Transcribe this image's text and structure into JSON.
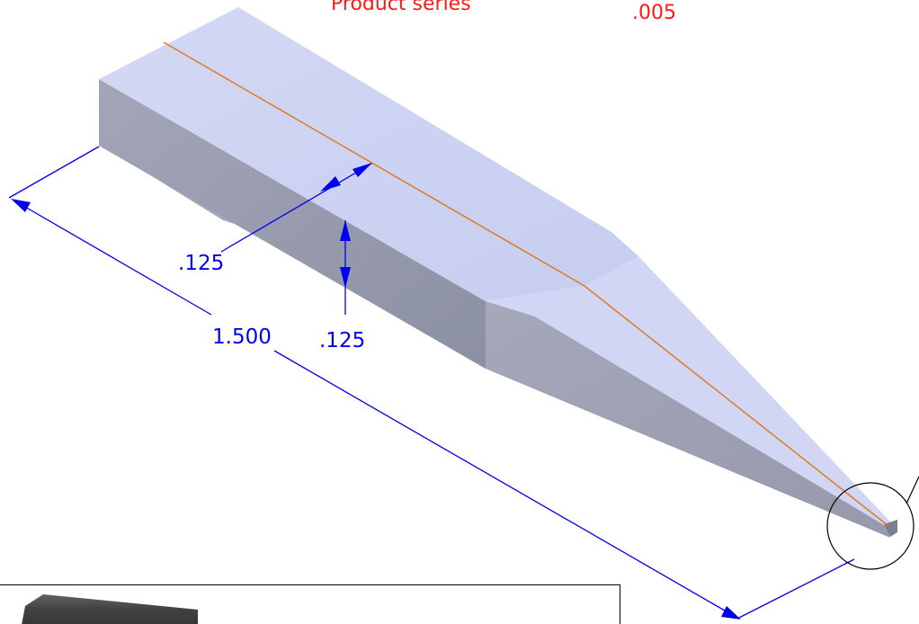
{
  "header": {
    "product_series_label": "Product series",
    "tip_dimension": ".005"
  },
  "dimensions": {
    "width": ".125",
    "height": ".125",
    "length": "1.500"
  },
  "colors": {
    "body_top": "#ccd3f2",
    "body_side": "#8e93a3",
    "edge_line": "#e07a20",
    "dimension": "#0000ee",
    "annotation_red": "#ff1a1a"
  }
}
